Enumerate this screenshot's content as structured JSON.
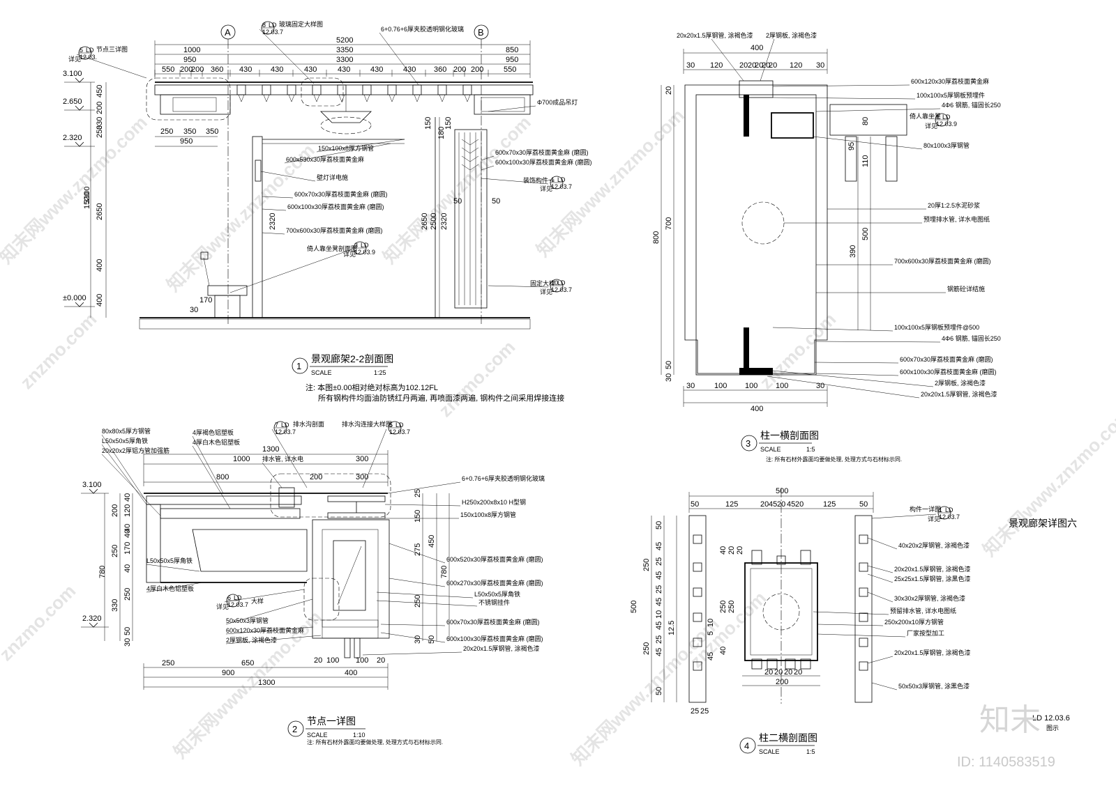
{
  "sheet_title": "景观廊架详图六",
  "sheet_code": "LD 12.03.6",
  "sheet_code_sub": "图示",
  "watermark": {
    "site": "知末网www.znzmo.com",
    "url": "znzmo.com",
    "brand": "知末",
    "id": "ID: 1140583519"
  },
  "views": [
    {
      "num": "1",
      "title": "景观廊架2-2剖面图",
      "scale_label": "SCALE",
      "scale": "1:25"
    },
    {
      "num": "2",
      "title": "节点一详图",
      "scale_label": "SCALE",
      "scale": "1:10"
    },
    {
      "num": "3",
      "title": "柱一横剖面图",
      "scale_label": "SCALE",
      "scale": "1:5"
    },
    {
      "num": "4",
      "title": "柱二横剖面图",
      "scale_label": "SCALE",
      "scale": "1:5"
    }
  ],
  "notes": {
    "view1_line1": "注: 本图±0.00相对绝对标高为102.12FL",
    "view1_line2": "所有钢构件均面油防锈红丹两遍, 再喷面漆两遍, 钢构件之间采用焊接连接",
    "view2": "注: 所有石材外露面均要做处理, 处理方式与石材标示同.",
    "view3": "注: 所有石材外露面均要做处理, 处理方式与石材标示同."
  },
  "grid_axes": [
    "A",
    "B"
  ],
  "view1": {
    "top_dims": [
      "5200",
      "1000",
      "3350",
      "850",
      "950",
      "3300",
      "950"
    ],
    "seg_dims": [
      "550",
      "200",
      "200",
      "360",
      "430",
      "430",
      "430",
      "430",
      "430",
      "430",
      "360",
      "200",
      "200",
      "550"
    ],
    "levels": [
      "3.100",
      "2.650",
      "2.320",
      "±0.000"
    ],
    "left_dims": [
      "450",
      "200",
      "250",
      "330",
      "3100",
      "2650",
      "1520",
      "400",
      "400"
    ],
    "sub_dims": [
      "250",
      "350",
      "350",
      "950"
    ],
    "inner_dims": [
      "2320",
      "2650",
      "2500",
      "2320",
      "150",
      "180",
      "150",
      "50",
      "50",
      "170",
      "30"
    ],
    "callouts": [
      {
        "text": "节点三详图",
        "ref": "5",
        "sheet": "LD",
        "page": "12.03.",
        "note": "详见"
      },
      {
        "text": "玻璃固定大样图",
        "ref": "8",
        "sheet": "LD",
        "page": "12.03.7"
      },
      {
        "text": "装饰构件一",
        "ref": "1",
        "sheet": "LD",
        "page": "12.03.7",
        "note": "详见"
      },
      {
        "text": "倚人靠坐凳剖面图",
        "ref": "3",
        "sheet": "LD",
        "page": "12.03.9",
        "note": "详见"
      },
      {
        "text": "固定大样",
        "ref": "10",
        "sheet": "LD",
        "page": "12.03.7",
        "note": "详见"
      }
    ],
    "labels": [
      "6+0.76+6厚夹胶透明钢化玻璃",
      "Φ700成品吊灯",
      "150x100x8厚方钢管",
      "600x530x30厚荔枝面黄金麻",
      "600x70x30厚荔枝面黄金麻 (磨圆)",
      "600x100x30厚荔枝面黄金麻 (磨圆)",
      "壁灯详电施",
      "600x70x30厚荔枝面黄金麻 (磨圆)",
      "600x100x30厚荔枝面黄金麻 (磨圆)",
      "700x600x30厚荔枝面黄金麻 (磨圆)"
    ]
  },
  "view2": {
    "top_dims": [
      "1300",
      "1000",
      "300",
      "800",
      "200",
      "300"
    ],
    "bottom_dims": [
      "250",
      "650",
      "900",
      "400",
      "1300",
      "20",
      "100",
      "100",
      "20"
    ],
    "levels": [
      "3.100",
      "2.320"
    ],
    "left_dims": [
      "40",
      "120",
      "200",
      "40",
      "40",
      "170",
      "250",
      "780",
      "40",
      "250",
      "330",
      "50",
      "30"
    ],
    "right_dims": [
      "25",
      "150",
      "450",
      "275",
      "780",
      "250",
      "30",
      "50"
    ],
    "callouts": [
      {
        "text": "排水沟剖面",
        "ref": "7",
        "sheet": "LD",
        "page": "12.03.7"
      },
      {
        "text": "排水沟连接大样图",
        "ref": "5",
        "sheet": "LD",
        "page": "12.03.7"
      },
      {
        "text": "大样",
        "ref": "6",
        "sheet": "LD",
        "page": "12.03.7",
        "note": "详见"
      }
    ],
    "left_labels": [
      "80x80x5厚方钢管",
      "L50x50x5厚角铁",
      "20x20x2厚铝方管加强筋",
      "4厚褐色铝塑板",
      "4厚白木色铝塑板",
      "排水管, 详水电",
      "L50x50x5厚角铁",
      "4厚白木色铝塑板",
      "50x50x3厚钢管",
      "600x120x30厚荔枝面黄金麻",
      "2厚钢板, 涂褐色漆"
    ],
    "right_labels": [
      "6+0.76+6厚夹胶透明钢化玻璃",
      "H250x200x8x10  H型钢",
      "150x100x8厚方钢管",
      "600x520x30厚荔枝面黄金麻 (磨圆)",
      "600x270x30厚荔枝面黄金麻 (磨圆)",
      "L50x50x5厚角铁",
      "不锈钢挂件",
      "600x70x30厚荔枝面黄金麻 (磨圆)",
      "600x100x30厚荔枝面黄金麻 (磨圆)",
      "20x20x1.5厚钢管, 涂褐色漆"
    ]
  },
  "view3": {
    "top_dims": [
      "400",
      "30",
      "120",
      "20",
      "20",
      "20",
      "20",
      "20",
      "120",
      "30"
    ],
    "bottom_dims": [
      "30",
      "100",
      "100",
      "100",
      "30",
      "400"
    ],
    "left_dims": [
      "20",
      "700",
      "800",
      "50",
      "30"
    ],
    "right_dims": [
      "80",
      "95",
      "110",
      "500",
      "390"
    ],
    "callouts": [
      {
        "text": "倚人靠坐凳",
        "ref": "1",
        "sheet": "LD",
        "page": "12.03.9",
        "note": "详见"
      }
    ],
    "top_labels": [
      "20x20x1.5厚钢管, 涂褐色漆",
      "2厚钢板, 涂褐色漆"
    ],
    "right_labels": [
      "600x120x30厚荔枝面黄金麻",
      "100x100x5厚钢板预埋件",
      "4Φ6 钢筋, 锚固长250",
      "80x100x3厚钢管",
      "20厚1:2.5水泥砂浆",
      "预埋排水管, 详水电图纸",
      "700x600x30厚荔枝面黄金麻 (磨圆)",
      "钢筋砼详结施",
      "100x100x5厚钢板预埋件@500",
      "4Φ6 钢筋, 锚固长250",
      "600x70x30厚荔枝面黄金麻 (磨圆)",
      "600x100x30厚荔枝面黄金麻 (磨圆)",
      "2厚钢板, 涂褐色漆",
      "20x20x1.5厚钢管, 涂褐色漆"
    ]
  },
  "view4": {
    "top_dims": [
      "500",
      "50",
      "125",
      "20",
      "45",
      "20",
      "45",
      "20",
      "125",
      "50"
    ],
    "bottom_dims": [
      "20",
      "20",
      "20",
      "20",
      "200",
      "25",
      "25"
    ],
    "left_dims": [
      "50",
      "45",
      "25",
      "45",
      "25",
      "45",
      "10",
      "45",
      "25",
      "45",
      "50",
      "250",
      "250",
      "500",
      "12.5"
    ],
    "inner_dims": [
      "40",
      "20",
      "20",
      "250",
      "250",
      "10",
      "5",
      "40",
      "45"
    ],
    "callouts": [
      {
        "text": "构件一详图",
        "ref": "1",
        "sheet": "LD",
        "page": "12.03.7",
        "note": "详见"
      }
    ],
    "right_labels": [
      "40x20x2厚钢管, 涂褐色漆",
      "20x20x1.5厚钢管, 涂褐色漆",
      "25x25x1.5厚钢管, 涂黑色漆",
      "30x30x2厚钢管, 涂褐色漆",
      "预留排水管, 详水电图纸",
      "250x200x10厚方钢管",
      "厂家按型加工",
      "20x20x1.5厚钢管, 涂褐色漆",
      "50x50x3厚钢管, 涂黑色漆"
    ]
  }
}
